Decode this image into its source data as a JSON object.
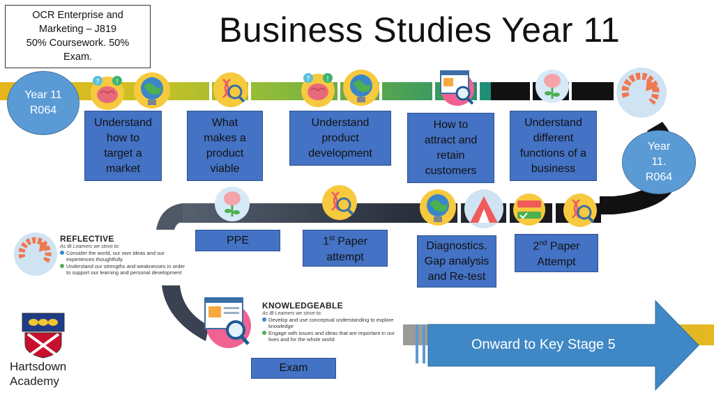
{
  "title": "Business Studies Year 11",
  "info_box": {
    "line1": "OCR Enterprise and",
    "line2": "Marketing – J819",
    "line3": "50% Coursework. 50%",
    "line4": "Exam."
  },
  "start_circle": {
    "line1": "Year 11",
    "line2": "R064"
  },
  "end_circle": {
    "line1": "Year",
    "line2": "11.",
    "line3": "R064"
  },
  "top_boxes": [
    {
      "text": "Understand\nhow to\ntarget a\nmarket"
    },
    {
      "text": "What\nmakes a\nproduct\nviable"
    },
    {
      "text": "Understand\nproduct\ndevelopment"
    },
    {
      "text": "How to\nattract and\nretain\ncustomers"
    },
    {
      "text": "Understand\ndifferent\nfunctions of a\nbusiness"
    }
  ],
  "bottom_boxes": {
    "ppe": "PPE",
    "paper1_num": "1",
    "paper1_sup": "st",
    "paper1_rest": " Paper",
    "paper1_line2": "attempt",
    "diagnostics": "Diagnostics.\nGap analysis\nand Re-test",
    "paper2_num": "2",
    "paper2_sup": "nd",
    "paper2_rest": " Paper",
    "paper2_line2": "Attempt",
    "exam": "Exam"
  },
  "reflective": {
    "title": "REFLECTIVE",
    "subtitle": "As IB Learners we strive to:",
    "items": [
      "Consider the world, our own ideas and our experiences thoughtfully",
      "Understand our strengths and weaknesses in order to support our learning and personal development"
    ]
  },
  "knowledgeable": {
    "title": "KNOWLEDGEABLE",
    "subtitle": "As IB Learners we strive to:",
    "items": [
      "Develop and use conceptual understanding to explore knowledge",
      "Engage with issues and ideas that are important in our lives and for the whole world"
    ]
  },
  "onward": "Onward to Key Stage 5",
  "school": {
    "line1": "Hartsdown",
    "line2": "Academy"
  },
  "colors": {
    "box_blue": "#4472C4",
    "circle_blue": "#5B9BD5",
    "arrow_blue": "#3F88C5",
    "road_gold": "#E6B81E",
    "road_green": "#5FA84B",
    "road_teal": "#1E8C7A",
    "road_dark": "#3A4150"
  },
  "icons": [
    "brain-question-icon",
    "globe-lightbulb-icon",
    "dna-magnifier-icon",
    "brain-question-icon",
    "globe-lightbulb-icon",
    "web-search-icon",
    "brain-flower-icon",
    "circular-arrow-icon",
    "brain-flower-icon",
    "dna-magnifier-icon",
    "globe-lightbulb-icon",
    "volcano-icon",
    "checklist-icon",
    "dna-magnifier-icon"
  ]
}
